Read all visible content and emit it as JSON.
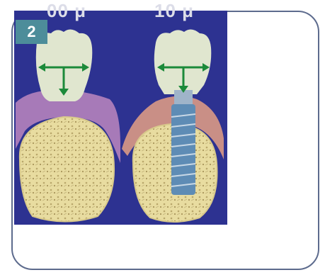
{
  "figure": {
    "badge_number": "2",
    "labels": {
      "left": "00 μ",
      "right": "10 μ"
    }
  },
  "colors": {
    "frame_border": "#5d6b8d",
    "figure_background": "#2d3291",
    "badge_background": "#4d8d9a",
    "bone": "#e8dca0",
    "gingiva_left": "#a77ab8",
    "gingiva_right": "#c98f86",
    "tooth_crown": "#e0e6cf",
    "measure_arrow": "#1c8a3a",
    "implant": "#5e8cb5"
  }
}
